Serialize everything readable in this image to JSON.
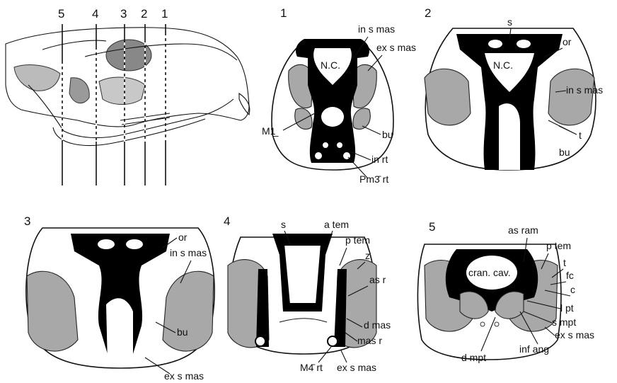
{
  "skull": {
    "cut_numbers": [
      "5",
      "4",
      "3",
      "2",
      "1"
    ]
  },
  "sections": [
    {
      "number": "1",
      "labels": {
        "in_s_mas": "in s mas",
        "ex_s_mas": "ex s mas",
        "nc": "N.C.",
        "m1": "M1̲",
        "bu": "bu",
        "in_rt": "in rt",
        "pm3": "Pm3̄ rt"
      }
    },
    {
      "number": "2",
      "labels": {
        "s": "s",
        "or": "or",
        "nc": "N.C.",
        "in_s_mas": "in s mas",
        "t": "t",
        "bu": "bu"
      }
    },
    {
      "number": "3",
      "labels": {
        "or": "or",
        "in_s_mas": "in s mas",
        "bu": "bu",
        "ex_s_mas": "ex s mas"
      }
    },
    {
      "number": "4",
      "labels": {
        "s": "s",
        "a_tem": "a tem",
        "p_tem": "p tem",
        "z": "z",
        "as_r": "as r",
        "d_mas": "d mas",
        "mas_r": "mas r",
        "m4": "M4̄ rt",
        "ex_s_mas": "ex s mas"
      }
    },
    {
      "number": "5",
      "labels": {
        "as_ram": "as ram",
        "p_tem": "p tem",
        "cran": "cran. cav.",
        "t": "t",
        "fc": "fc",
        "c": "c",
        "l_pt": "l pt",
        "s_mpt": "s mpt",
        "ex_s_mas": "ex s mas",
        "d_mpt": "d mpt",
        "inf_ang": "inf ang"
      }
    }
  ]
}
